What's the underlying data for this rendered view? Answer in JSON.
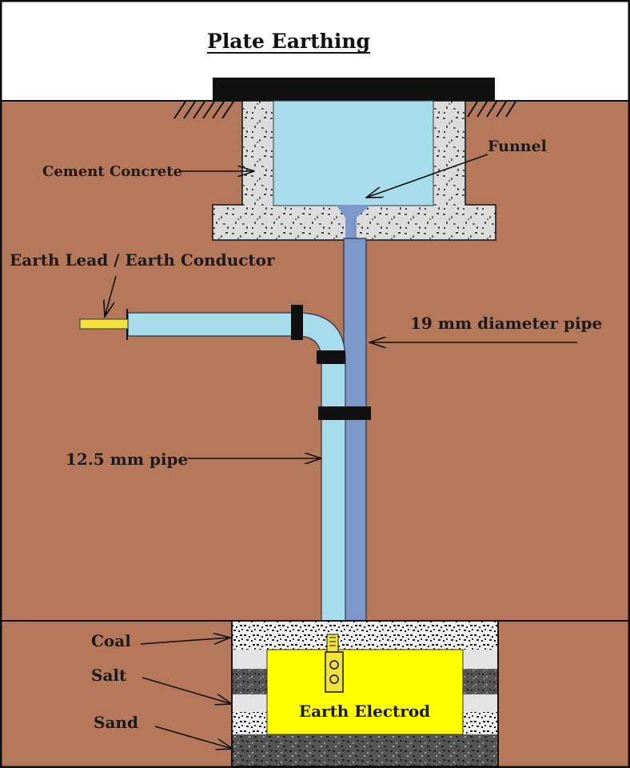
{
  "title": "Plate Earthing",
  "labels": {
    "cement_concrete": "Cement Concrete",
    "funnel": "Funnel",
    "earth_lead": "Earth Lead / Earth Conductor",
    "pipe_19mm": "19 mm diameter pipe",
    "pipe_12_5mm": "12.5 mm pipe",
    "coal": "Coal",
    "salt": "Salt",
    "sand": "Sand",
    "earth_electrode": "Earth Electrod"
  },
  "colors": {
    "soil": "#b5785a",
    "sky": "#ffffff",
    "concrete": "#d9d9d9",
    "water": "#a6dcec",
    "pipe_19mm": "#7b98c8",
    "pipe_12_5mm": "#a6dcec",
    "electrode": "#ffff00",
    "conductor": "#f2e33c",
    "clamp": "#111111",
    "frame": "#111111"
  }
}
